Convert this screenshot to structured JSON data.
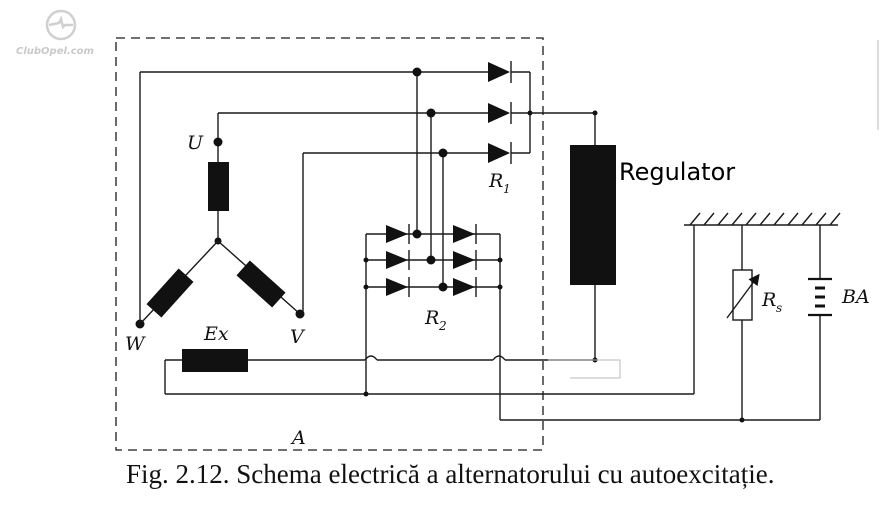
{
  "watermark": {
    "text": "ClubOpel.com"
  },
  "labels": {
    "regulator": "Regulator",
    "phase_u": "U",
    "phase_v": "V",
    "phase_w": "W",
    "excitation": "Ex",
    "bridge_r1": "R",
    "bridge_r1_sub": "1",
    "bridge_r2": "R",
    "bridge_r2_sub": "2",
    "resistor_rs": "R",
    "resistor_rs_sub": "s",
    "battery": "BA",
    "alternator_block": "A"
  },
  "caption": "Fig. 2.12. Schema electrică a alternatorului cu autoexcitație."
}
